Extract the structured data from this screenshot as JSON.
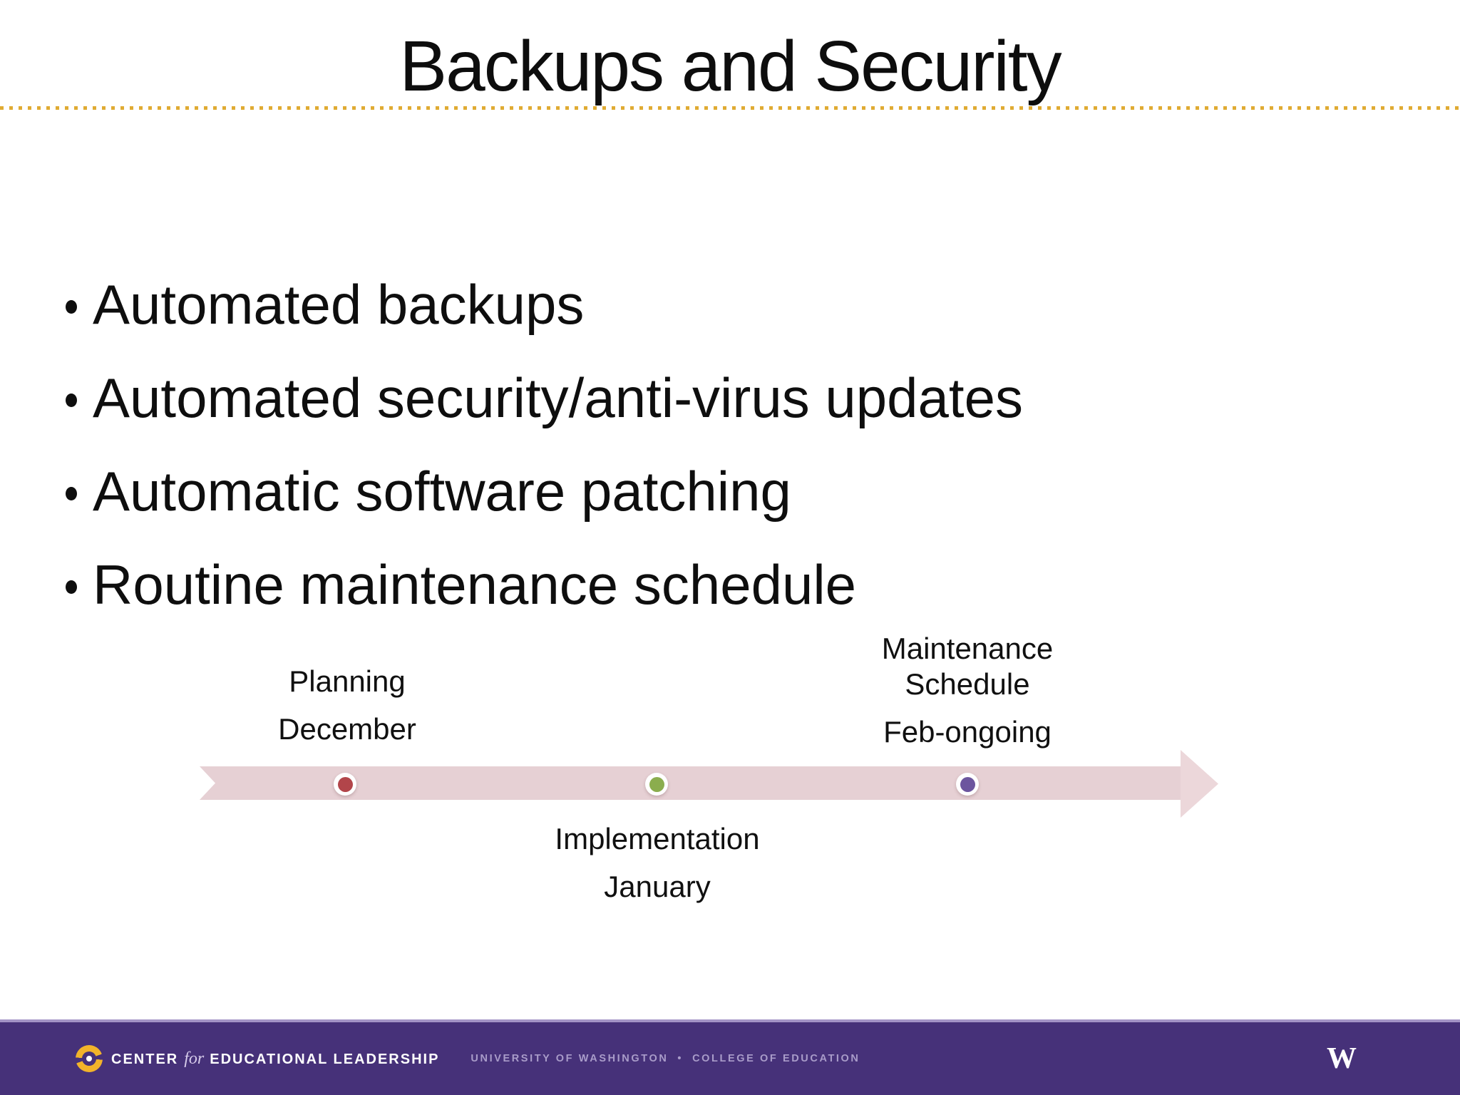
{
  "slide": {
    "title": "Backups and Security",
    "bullets": [
      "Automated backups",
      "Automated security/anti-virus updates",
      "Automatic software patching",
      "Routine maintenance schedule"
    ],
    "divider_color": "#e0ab33",
    "background_color": "#ffffff"
  },
  "timeline": {
    "arrow_color": "#e6d0d4",
    "milestones": [
      {
        "phase": "Planning",
        "date": "December",
        "dot_color": "#b2454a",
        "label_position": "above"
      },
      {
        "phase": "Implementation",
        "date": "January",
        "dot_color": "#8bad4e",
        "label_position": "below"
      },
      {
        "phase": "Maintenance Schedule",
        "date": "Feb-ongoing",
        "dot_color": "#6c559e",
        "label_position": "above"
      }
    ]
  },
  "footer": {
    "org_prefix": "CENTER",
    "org_middle": "for",
    "org_suffix": "EDUCATIONAL LEADERSHIP",
    "university": "UNIVERSITY OF WASHINGTON",
    "separator": "•",
    "college": "COLLEGE OF EDUCATION",
    "w_mark": "W",
    "bar_color": "#463179",
    "accent_line_color": "#a393c6"
  }
}
